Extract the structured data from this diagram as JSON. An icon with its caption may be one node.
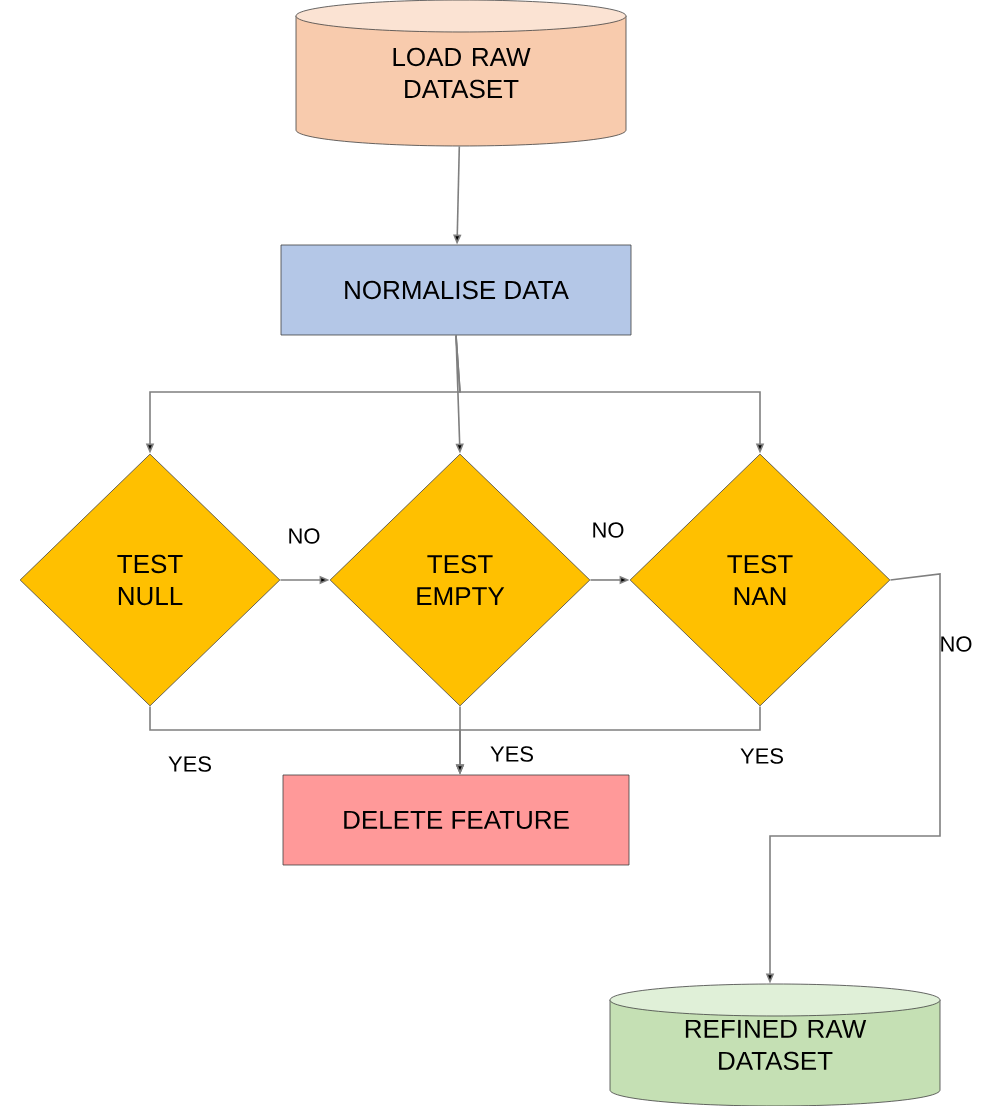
{
  "diagram": {
    "nodes": [
      {
        "text": [
          "LOAD RAW DATASET"
        ]
      },
      {
        "text": [
          "NORMALISE DATA"
        ]
      },
      {
        "text": [
          "TEST NULL"
        ]
      },
      {
        "text": [
          "TEST EMPTY"
        ]
      },
      {
        "text": [
          "TEST NAN"
        ]
      },
      {
        "text": [
          "DELETE FEATURE"
        ]
      },
      {
        "text": [
          "REFINED RAW DATASET"
        ]
      }
    ],
    "edges": [
      {
        "from": 0,
        "to": 1,
        "arrow": "to"
      },
      {
        "from": 1,
        "to": 2,
        "arrow": "to"
      },
      {
        "from": 1,
        "to": 3,
        "arrow": "to"
      },
      {
        "from": 1,
        "to": 4,
        "arrow": "to"
      },
      {
        "from": 2,
        "to": 3,
        "arrow": "to",
        "label": "NO"
      },
      {
        "from": 3,
        "to": 4,
        "arrow": "to",
        "label": "NO"
      },
      {
        "from": 2,
        "to": 5,
        "arrow": "to",
        "label": "YES"
      },
      {
        "from": 3,
        "to": 5,
        "arrow": "to",
        "label": "YES"
      },
      {
        "from": 4,
        "to": 5,
        "arrow": "to",
        "label": "YES"
      },
      {
        "from": 4,
        "to": 6,
        "arrow": "to",
        "label": "NO"
      }
    ]
  }
}
